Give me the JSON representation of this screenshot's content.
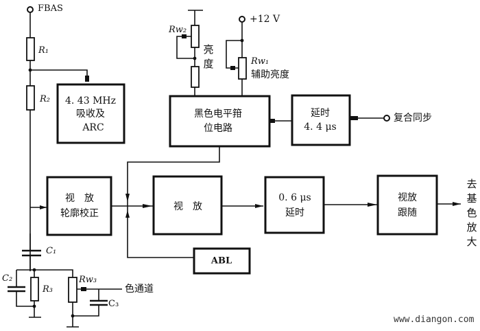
{
  "terminals": {
    "input": "FBAS",
    "supply": "+12 V",
    "sync": "复合同步",
    "chroma": "色通道"
  },
  "blocks": {
    "arc": {
      "line1": "4. 43 MHz",
      "line2": "吸收及",
      "line3": "ARC"
    },
    "clamp": {
      "line1": "黑色电平箝",
      "line2": "位电路"
    },
    "delay44": {
      "line1": "延时",
      "line2": "4. 4 μs"
    },
    "contour": {
      "line1": "视　放",
      "line2": "轮廓校正"
    },
    "videoamp": {
      "line1": "视　放"
    },
    "delay06": {
      "line1": "0. 6 μs",
      "line2": "延时"
    },
    "follower": {
      "line1": "视放",
      "line2": "跟随"
    },
    "abl": {
      "line1": "ABL"
    }
  },
  "components": {
    "r1": "R₁",
    "r2": "R₂",
    "r3": "R₃",
    "rw1": "Rw₁",
    "rw2": "Rw₂",
    "rw3": "Rw₃",
    "c1": "C₁",
    "c2": "C₂",
    "c3": "C₃"
  },
  "labels": {
    "brightness": "亮度",
    "aux_brightness": "辅助亮度",
    "output": "去基色放大"
  },
  "watermark": "www.diangon.com"
}
